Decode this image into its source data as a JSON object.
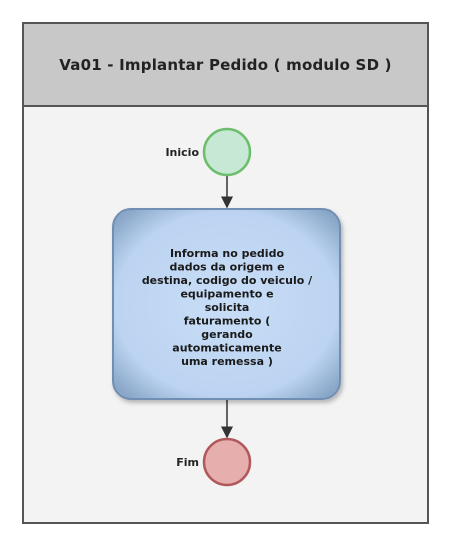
{
  "pool": {
    "title": "Va01 - Implantar Pedido ( modulo SD )"
  },
  "start_event": {
    "label": "Inicio",
    "color": "#c6e8d4",
    "stroke": "#6cbd6c"
  },
  "task": {
    "lines": [
      "Informa no pedido",
      "dados da origem e",
      "destina, codigo do veiculo /",
      "equipamento e",
      "solicita",
      "faturamento (",
      "gerando",
      "automaticamente",
      "uma remessa )"
    ],
    "fill": "#c7dcf5",
    "stroke": "#6f8fb3"
  },
  "end_event": {
    "label": "Fim",
    "color": "#e6afae",
    "stroke": "#b0585c"
  }
}
